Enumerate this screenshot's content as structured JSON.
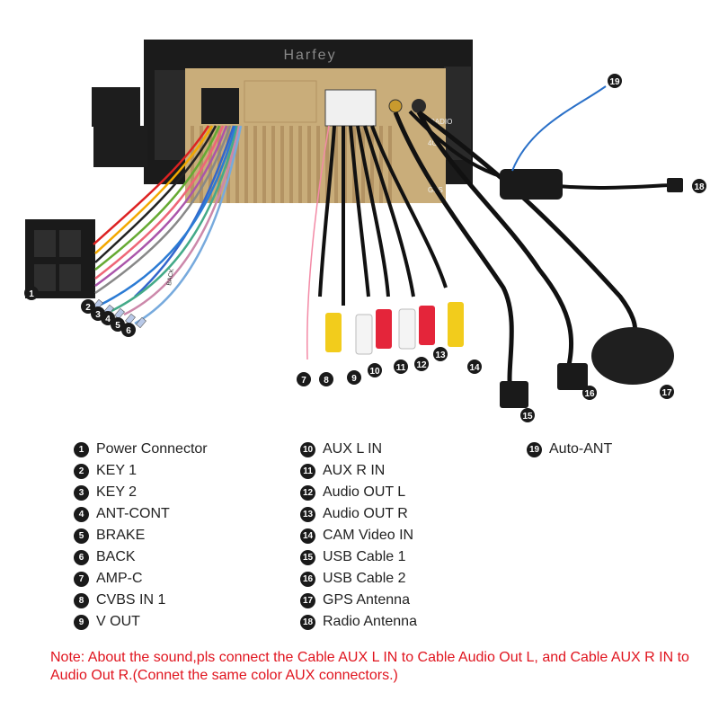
{
  "brand": "Harfey",
  "panel_labels": {
    "radio": "RADIO",
    "fourg": "4G",
    "gps": "GPS",
    "back": "BACK"
  },
  "callouts": [
    "1",
    "2",
    "3",
    "4",
    "5",
    "6",
    "7",
    "8",
    "9",
    "10",
    "11",
    "12",
    "13",
    "14",
    "15",
    "16",
    "17",
    "18",
    "19"
  ],
  "legend": {
    "col1": [
      {
        "num": "1",
        "label": "Power Connector"
      },
      {
        "num": "2",
        "label": "KEY 1"
      },
      {
        "num": "3",
        "label": "KEY 2"
      },
      {
        "num": "4",
        "label": "ANT-CONT"
      },
      {
        "num": "5",
        "label": "BRAKE"
      },
      {
        "num": "6",
        "label": "BACK"
      },
      {
        "num": "7",
        "label": "AMP-C"
      },
      {
        "num": "8",
        "label": "CVBS IN 1"
      },
      {
        "num": "9",
        "label": "V OUT"
      }
    ],
    "col2": [
      {
        "num": "10",
        "label": "AUX L IN"
      },
      {
        "num": "11",
        "label": "AUX R IN"
      },
      {
        "num": "12",
        "label": "Audio OUT L"
      },
      {
        "num": "13",
        "label": "Audio OUT R"
      },
      {
        "num": "14",
        "label": "CAM Video IN"
      },
      {
        "num": "15",
        "label": "USB Cable 1"
      },
      {
        "num": "16",
        "label": "USB Cable 2"
      },
      {
        "num": "17",
        "label": "GPS Antenna"
      },
      {
        "num": "18",
        "label": "Radio Antenna"
      }
    ],
    "col3": [
      {
        "num": "19",
        "label": "Auto-ANT"
      }
    ]
  },
  "note": "Note: About the sound,pls connect the Cable AUX L IN to Cable Audio Out L, and Cable AUX R IN to  Audio Out R.(Connet the same color AUX connectors.)",
  "colors": {
    "frame": "#1b1b1b",
    "board": "#c9ad7a",
    "fin": "#b39363",
    "note": "#e0141e",
    "rca_yellow": "#f2cc1c",
    "rca_white": "#f4f4f4",
    "rca_red": "#e4253a"
  }
}
